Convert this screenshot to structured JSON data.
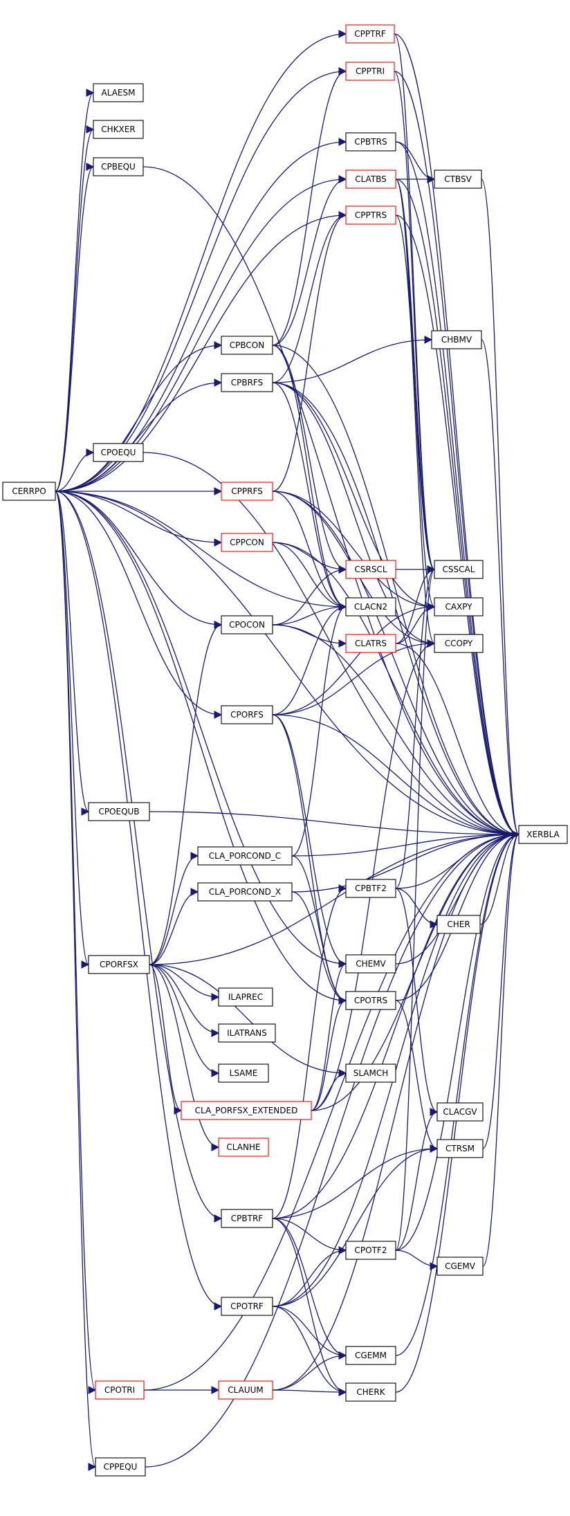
{
  "colors": {
    "edge": "#191970",
    "normal_border": "#000000",
    "warning_border": "#ff0000",
    "root_fill": "#bfbfbf"
  },
  "nodes": [
    {
      "id": "CERRPO",
      "label": "CERRPO",
      "style": "root"
    },
    {
      "id": "ALAESM",
      "label": "ALAESM",
      "style": "normal"
    },
    {
      "id": "CHKXER",
      "label": "CHKXER",
      "style": "normal"
    },
    {
      "id": "CPBEQU",
      "label": "CPBEQU",
      "style": "normal"
    },
    {
      "id": "CPBCON",
      "label": "CPBCON",
      "style": "normal"
    },
    {
      "id": "CPBRFS",
      "label": "CPBRFS",
      "style": "normal"
    },
    {
      "id": "CPOEQU",
      "label": "CPOEQU",
      "style": "normal"
    },
    {
      "id": "CPPRFS",
      "label": "CPPRFS",
      "style": "warning"
    },
    {
      "id": "CPPCON",
      "label": "CPPCON",
      "style": "warning"
    },
    {
      "id": "CPOCON",
      "label": "CPOCON",
      "style": "normal"
    },
    {
      "id": "CPORFS",
      "label": "CPORFS",
      "style": "normal"
    },
    {
      "id": "CPOEQUB",
      "label": "CPOEQUB",
      "style": "normal"
    },
    {
      "id": "CLA_PORCOND_C",
      "label": "CLA_PORCOND_C",
      "style": "normal"
    },
    {
      "id": "CLA_PORCOND_X",
      "label": "CLA_PORCOND_X",
      "style": "normal"
    },
    {
      "id": "CPORFSX",
      "label": "CPORFSX",
      "style": "normal"
    },
    {
      "id": "ILAPREC",
      "label": "ILAPREC",
      "style": "normal"
    },
    {
      "id": "ILATRANS",
      "label": "ILATRANS",
      "style": "normal"
    },
    {
      "id": "LSAME",
      "label": "LSAME",
      "style": "normal"
    },
    {
      "id": "CLA_PORFSX_EXTENDED",
      "label": "CLA_PORFSX_EXTENDED",
      "style": "warning"
    },
    {
      "id": "CLANHE",
      "label": "CLANHE",
      "style": "warning"
    },
    {
      "id": "CPBTRF",
      "label": "CPBTRF",
      "style": "normal"
    },
    {
      "id": "CPOTRF",
      "label": "CPOTRF",
      "style": "normal"
    },
    {
      "id": "CPOTRI",
      "label": "CPOTRI",
      "style": "warning"
    },
    {
      "id": "CLAUUM",
      "label": "CLAUUM",
      "style": "warning"
    },
    {
      "id": "CPPEQU",
      "label": "CPPEQU",
      "style": "normal"
    },
    {
      "id": "CPPTRF",
      "label": "CPPTRF",
      "style": "warning"
    },
    {
      "id": "CPPTRI",
      "label": "CPPTRI",
      "style": "warning"
    },
    {
      "id": "CPBTRS",
      "label": "CPBTRS",
      "style": "normal"
    },
    {
      "id": "CLATBS",
      "label": "CLATBS",
      "style": "warning"
    },
    {
      "id": "CPPTRS",
      "label": "CPPTRS",
      "style": "warning"
    },
    {
      "id": "CSRSCL",
      "label": "CSRSCL",
      "style": "warning"
    },
    {
      "id": "CLACN2",
      "label": "CLACN2",
      "style": "normal"
    },
    {
      "id": "CLATRS",
      "label": "CLATRS",
      "style": "warning"
    },
    {
      "id": "CPBTF2",
      "label": "CPBTF2",
      "style": "normal"
    },
    {
      "id": "CHEMV",
      "label": "CHEMV",
      "style": "normal"
    },
    {
      "id": "CPOTRS",
      "label": "CPOTRS",
      "style": "normal"
    },
    {
      "id": "SLAMCH",
      "label": "SLAMCH",
      "style": "normal"
    },
    {
      "id": "CPOTF2",
      "label": "CPOTF2",
      "style": "normal"
    },
    {
      "id": "CGEMM",
      "label": "CGEMM",
      "style": "normal"
    },
    {
      "id": "CHERK",
      "label": "CHERK",
      "style": "normal"
    },
    {
      "id": "CTBSV",
      "label": "CTBSV",
      "style": "normal"
    },
    {
      "id": "CHBMV",
      "label": "CHBMV",
      "style": "normal"
    },
    {
      "id": "CSSCAL",
      "label": "CSSCAL",
      "style": "normal"
    },
    {
      "id": "CAXPY",
      "label": "CAXPY",
      "style": "normal"
    },
    {
      "id": "CCOPY",
      "label": "CCOPY",
      "style": "normal"
    },
    {
      "id": "CHER",
      "label": "CHER",
      "style": "normal"
    },
    {
      "id": "CLACGV",
      "label": "CLACGV",
      "style": "normal"
    },
    {
      "id": "CTRSM",
      "label": "CTRSM",
      "style": "normal"
    },
    {
      "id": "CGEMV",
      "label": "CGEMV",
      "style": "normal"
    },
    {
      "id": "XERBLA",
      "label": "XERBLA",
      "style": "normal"
    }
  ],
  "edges": [
    [
      "CERRPO",
      "ALAESM"
    ],
    [
      "CERRPO",
      "CHKXER"
    ],
    [
      "CERRPO",
      "CPBEQU"
    ],
    [
      "CERRPO",
      "CPPTRF"
    ],
    [
      "CERRPO",
      "CPPTRI"
    ],
    [
      "CERRPO",
      "CPBTRS"
    ],
    [
      "CERRPO",
      "CLATBS"
    ],
    [
      "CERRPO",
      "CPPTRS"
    ],
    [
      "CERRPO",
      "CPBCON"
    ],
    [
      "CERRPO",
      "CPBRFS"
    ],
    [
      "CERRPO",
      "CPOEQU"
    ],
    [
      "CERRPO",
      "CPPRFS"
    ],
    [
      "CERRPO",
      "CPPCON"
    ],
    [
      "CERRPO",
      "CPOCON"
    ],
    [
      "CERRPO",
      "CPORFS"
    ],
    [
      "CERRPO",
      "CPOEQUB"
    ],
    [
      "CERRPO",
      "CPORFSX"
    ],
    [
      "CERRPO",
      "CPBTRF"
    ],
    [
      "CERRPO",
      "CPOTRF"
    ],
    [
      "CERRPO",
      "CPOTRI"
    ],
    [
      "CERRPO",
      "CPPEQU"
    ],
    [
      "CERRPO",
      "XERBLA"
    ],
    [
      "CERRPO",
      "CLACN2"
    ],
    [
      "CERRPO",
      "CHEMV"
    ],
    [
      "CERRPO",
      "CPOTRS"
    ],
    [
      "CPBEQU",
      "XERBLA"
    ],
    [
      "CPPTRF",
      "XERBLA"
    ],
    [
      "CPPTRF",
      "CSSCAL"
    ],
    [
      "CPPTRI",
      "XERBLA"
    ],
    [
      "CPPTRI",
      "CSSCAL"
    ],
    [
      "CPBTRS",
      "CTBSV"
    ],
    [
      "CPBTRS",
      "XERBLA"
    ],
    [
      "CLATBS",
      "CTBSV"
    ],
    [
      "CLATBS",
      "CSSCAL"
    ],
    [
      "CLATBS",
      "CAXPY"
    ],
    [
      "CLATBS",
      "CCOPY"
    ],
    [
      "CLATBS",
      "XERBLA"
    ],
    [
      "CPPTRS",
      "XERBLA"
    ],
    [
      "CPPTRS",
      "CSSCAL"
    ],
    [
      "CPBCON",
      "CPPTRI"
    ],
    [
      "CPBCON",
      "CLATBS"
    ],
    [
      "CPBCON",
      "CSRSCL"
    ],
    [
      "CPBCON",
      "CLACN2"
    ],
    [
      "CPBCON",
      "XERBLA"
    ],
    [
      "CPBRFS",
      "CPPTRS"
    ],
    [
      "CPBRFS",
      "CHBMV"
    ],
    [
      "CPBRFS",
      "CLACN2"
    ],
    [
      "CPBRFS",
      "CAXPY"
    ],
    [
      "CPBRFS",
      "CCOPY"
    ],
    [
      "CPBRFS",
      "XERBLA"
    ],
    [
      "CPOEQU",
      "XERBLA"
    ],
    [
      "CPPRFS",
      "CPPTRS"
    ],
    [
      "CPPRFS",
      "CLACN2"
    ],
    [
      "CPPRFS",
      "CAXPY"
    ],
    [
      "CPPRFS",
      "CCOPY"
    ],
    [
      "CPPRFS",
      "XERBLA"
    ],
    [
      "CPPCON",
      "CSRSCL"
    ],
    [
      "CPPCON",
      "CLACN2"
    ],
    [
      "CPPCON",
      "XERBLA"
    ],
    [
      "CPOCON",
      "CLACN2"
    ],
    [
      "CPOCON",
      "CLATRS"
    ],
    [
      "CPOCON",
      "CSRSCL"
    ],
    [
      "CPOCON",
      "XERBLA"
    ],
    [
      "CPORFS",
      "CLACN2"
    ],
    [
      "CPORFS",
      "CAXPY"
    ],
    [
      "CPORFS",
      "CCOPY"
    ],
    [
      "CPORFS",
      "CPOTRS"
    ],
    [
      "CPORFS",
      "CHEMV"
    ],
    [
      "CPORFS",
      "XERBLA"
    ],
    [
      "CPOEQUB",
      "XERBLA"
    ],
    [
      "CPORFSX",
      "CPOCON"
    ],
    [
      "CPORFSX",
      "CLA_PORCOND_C"
    ],
    [
      "CPORFSX",
      "CLA_PORCOND_X"
    ],
    [
      "CPORFSX",
      "ILAPREC"
    ],
    [
      "CPORFSX",
      "ILATRANS"
    ],
    [
      "CPORFSX",
      "LSAME"
    ],
    [
      "CPORFSX",
      "CLA_PORFSX_EXTENDED"
    ],
    [
      "CPORFSX",
      "CLANHE"
    ],
    [
      "CPORFSX",
      "SLAMCH"
    ],
    [
      "CPORFSX",
      "XERBLA"
    ],
    [
      "CLA_PORCOND_C",
      "CLACN2"
    ],
    [
      "CLA_PORCOND_C",
      "CPOTRS"
    ],
    [
      "CLA_PORCOND_C",
      "XERBLA"
    ],
    [
      "CLA_PORCOND_X",
      "CPOTRS"
    ],
    [
      "CLA_PORCOND_X",
      "XERBLA"
    ],
    [
      "CLA_PORFSX_EXTENDED",
      "CPOTRS"
    ],
    [
      "CLA_PORFSX_EXTENDED",
      "CHEMV"
    ],
    [
      "CLA_PORFSX_EXTENDED",
      "SLAMCH"
    ],
    [
      "CLA_PORFSX_EXTENDED",
      "CCOPY"
    ],
    [
      "CLA_PORFSX_EXTENDED",
      "XERBLA"
    ],
    [
      "CPBTRF",
      "CPBTF2"
    ],
    [
      "CPBTRF",
      "CPOTF2"
    ],
    [
      "CPBTRF",
      "CTRSM"
    ],
    [
      "CPBTRF",
      "CGEMM"
    ],
    [
      "CPBTRF",
      "CHERK"
    ],
    [
      "CPBTRF",
      "XERBLA"
    ],
    [
      "CPOTRF",
      "CPOTF2"
    ],
    [
      "CPOTRF",
      "CTRSM"
    ],
    [
      "CPOTRF",
      "CGEMM"
    ],
    [
      "CPOTRF",
      "CHERK"
    ],
    [
      "CPOTRF",
      "XERBLA"
    ],
    [
      "CPOTRI",
      "CLAUUM"
    ],
    [
      "CPOTRI",
      "XERBLA"
    ],
    [
      "CLAUUM",
      "CGEMM"
    ],
    [
      "CLAUUM",
      "CHERK"
    ],
    [
      "CLAUUM",
      "XERBLA"
    ],
    [
      "CPPEQU",
      "XERBLA"
    ],
    [
      "CTBSV",
      "XERBLA"
    ],
    [
      "CHBMV",
      "XERBLA"
    ],
    [
      "CLATRS",
      "CSSCAL"
    ],
    [
      "CLATRS",
      "CAXPY"
    ],
    [
      "CLATRS",
      "XERBLA"
    ],
    [
      "CSRSCL",
      "CSSCAL"
    ],
    [
      "CPBTF2",
      "CHER"
    ],
    [
      "CPBTF2",
      "CLACGV"
    ],
    [
      "CPBTF2",
      "CSSCAL"
    ],
    [
      "CPBTF2",
      "XERBLA"
    ],
    [
      "CHER",
      "XERBLA"
    ],
    [
      "CHEMV",
      "XERBLA"
    ],
    [
      "CPOTRS",
      "CTRSM"
    ],
    [
      "CPOTRS",
      "XERBLA"
    ],
    [
      "CPOTF2",
      "CLACGV"
    ],
    [
      "CPOTF2",
      "CGEMV"
    ],
    [
      "CPOTF2",
      "CSSCAL"
    ],
    [
      "CPOTF2",
      "XERBLA"
    ],
    [
      "CTRSM",
      "XERBLA"
    ],
    [
      "CGEMV",
      "XERBLA"
    ],
    [
      "CGEMM",
      "XERBLA"
    ],
    [
      "CHERK",
      "XERBLA"
    ]
  ]
}
